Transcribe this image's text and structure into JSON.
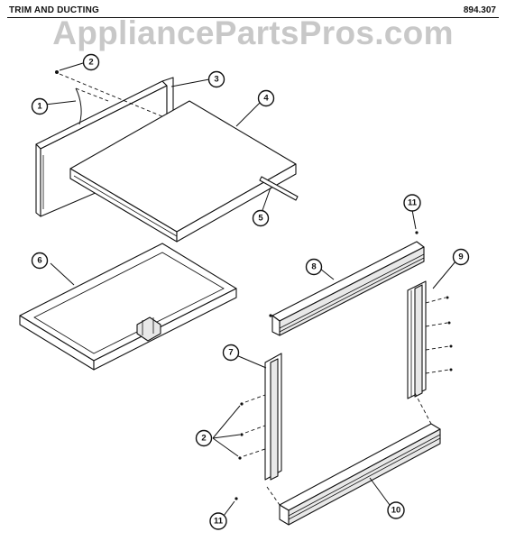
{
  "header": {
    "title": "TRIM AND DUCTING",
    "code": "894.307"
  },
  "watermark": "AppliancePartsPros.com",
  "callouts": [
    {
      "id": "c1",
      "label": "1"
    },
    {
      "id": "c2a",
      "label": "2"
    },
    {
      "id": "c3",
      "label": "3"
    },
    {
      "id": "c4",
      "label": "4"
    },
    {
      "id": "c5",
      "label": "5"
    },
    {
      "id": "c6",
      "label": "6"
    },
    {
      "id": "c7",
      "label": "7"
    },
    {
      "id": "c8",
      "label": "8"
    },
    {
      "id": "c9",
      "label": "9"
    },
    {
      "id": "c10",
      "label": "10"
    },
    {
      "id": "c11a",
      "label": "11"
    },
    {
      "id": "c11b",
      "label": "11"
    },
    {
      "id": "c2b",
      "label": "2"
    }
  ]
}
